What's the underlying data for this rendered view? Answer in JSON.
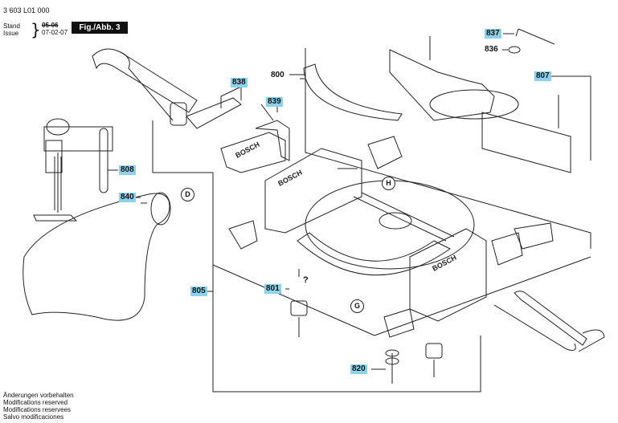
{
  "header": {
    "part_number": "3 603 L01 000",
    "stand_label": "Stand",
    "issue_label": "Issue",
    "brace": "}",
    "old_date": "05-06",
    "new_date": "07-02-07",
    "figure_label": "Fig./Abb. 3"
  },
  "callouts": {
    "c837": "837",
    "c836": "836",
    "c807": "807",
    "c838": "838",
    "c839": "839",
    "c800": "800",
    "c808": "808",
    "c840": "840",
    "c805": "805",
    "c801": "801",
    "c820": "820"
  },
  "markers": {
    "d": "D",
    "h": "H",
    "g": "G",
    "q": "?"
  },
  "brand_text": "BOSCH",
  "notes": [
    "Änderungen vorbehalten",
    "Modifications reserved",
    "Modifications reservees",
    "Salvo modificaciones"
  ],
  "colors": {
    "highlight": "#8fd1ea",
    "ink": "#111111"
  }
}
